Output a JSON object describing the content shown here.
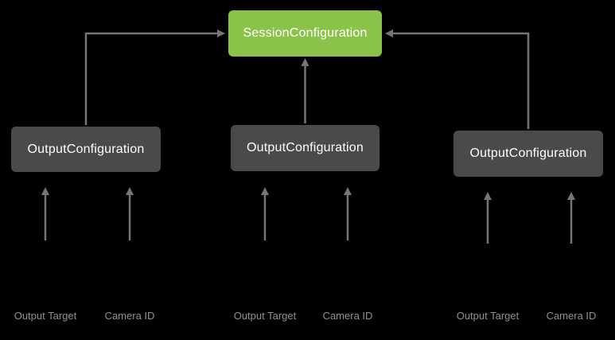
{
  "colors": {
    "background": "#000000",
    "session_node": "#8BC34A",
    "output_node": "#4A4A4A",
    "node_text": "#FFFFFF",
    "arrow": "#757575",
    "input_label_text": "#919191"
  },
  "nodes": {
    "session": {
      "label": "SessionConfiguration"
    },
    "outputs": [
      {
        "label": "OutputConfiguration",
        "inputs": [
          {
            "label": "Output Target"
          },
          {
            "label": "Camera ID"
          }
        ]
      },
      {
        "label": "OutputConfiguration",
        "inputs": [
          {
            "label": "Output Target"
          },
          {
            "label": "Camera ID"
          }
        ]
      },
      {
        "label": "OutputConfiguration",
        "inputs": [
          {
            "label": "Output Target"
          },
          {
            "label": "Camera ID"
          }
        ]
      }
    ]
  }
}
